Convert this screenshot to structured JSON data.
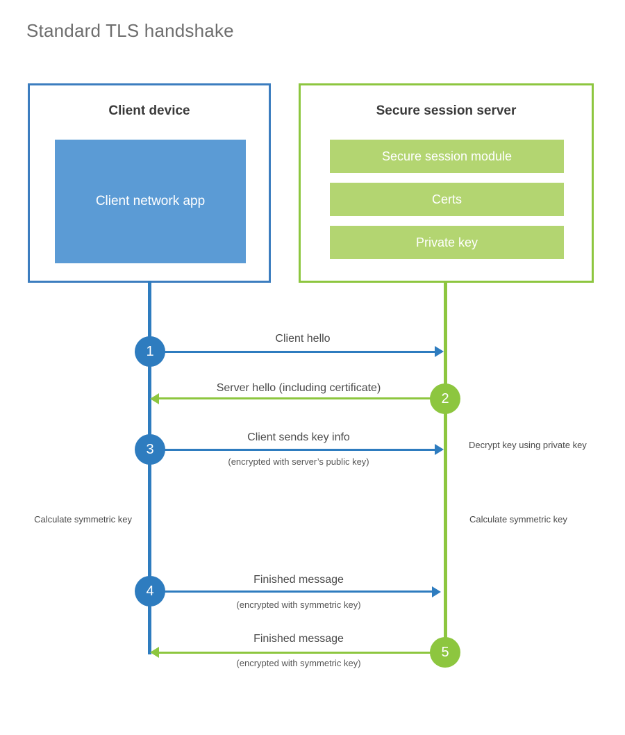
{
  "title": "Standard TLS handshake",
  "parties": {
    "client": {
      "name": "client-device",
      "title": "Client device",
      "app_label": "Client network app",
      "border_color": "#3C7DBF",
      "fill_color": "#5B9BD5"
    },
    "server": {
      "name": "secure-session-server",
      "title": "Secure session server",
      "border_color": "#8DC63F",
      "bar_color": "#B3D571",
      "bars": [
        {
          "label": "Secure session module"
        },
        {
          "label": "Certs"
        },
        {
          "label": "Private key"
        }
      ]
    }
  },
  "steps": [
    {
      "number": "1",
      "direction": "client-to-server",
      "color": "#2E7CBF",
      "label": "Client hello",
      "sublabel": ""
    },
    {
      "number": "2",
      "direction": "server-to-client",
      "color": "#8DC63F",
      "label": "Server hello (including certificate)",
      "sublabel": ""
    },
    {
      "number": "3",
      "direction": "client-to-server",
      "color": "#2E7CBF",
      "label": "Client sends key info",
      "sublabel": "(encrypted with server’s public key)"
    },
    {
      "number": "4",
      "direction": "client-to-server",
      "color": "#2E7CBF",
      "label": "Finished message",
      "sublabel": "(encrypted with symmetric key)"
    },
    {
      "number": "5",
      "direction": "server-to-client",
      "color": "#8DC63F",
      "label": "Finished message",
      "sublabel": "(encrypted with symmetric key)"
    }
  ],
  "notes": {
    "server_decrypt": "Decrypt key using private key",
    "client_calculate": "Calculate symmetric key",
    "server_calculate": "Calculate symmetric key"
  }
}
